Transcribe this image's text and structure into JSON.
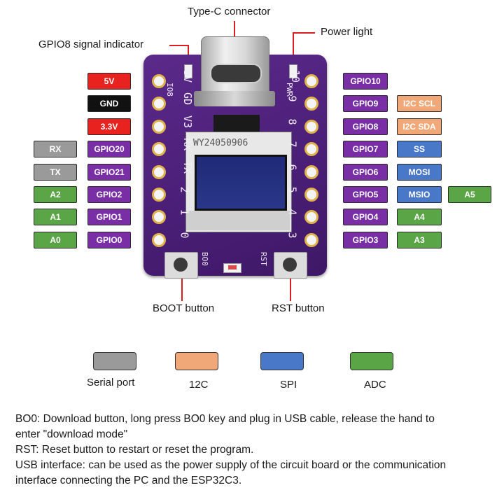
{
  "callouts": {
    "typec": "Type-C connector",
    "power_light": "Power light",
    "gpio8_indicator": "GPIO8 signal indicator",
    "boot_button": "BOOT button",
    "rst_button": "RST button"
  },
  "left_pins": [
    {
      "labels": [
        {
          "text": "5V",
          "color": "#e8231f"
        }
      ]
    },
    {
      "labels": [
        {
          "text": "GND",
          "color": "#111111"
        }
      ]
    },
    {
      "labels": [
        {
          "text": "3.3V",
          "color": "#e8231f"
        }
      ]
    },
    {
      "labels": [
        {
          "text": "RX",
          "color": "#9a9a9a"
        },
        {
          "text": "GPIO20",
          "color": "#7a2ea6"
        }
      ]
    },
    {
      "labels": [
        {
          "text": "TX",
          "color": "#9a9a9a"
        },
        {
          "text": "GPIO21",
          "color": "#7a2ea6"
        }
      ]
    },
    {
      "labels": [
        {
          "text": "A2",
          "color": "#5aa646"
        },
        {
          "text": "GPIO2",
          "color": "#7a2ea6"
        }
      ]
    },
    {
      "labels": [
        {
          "text": "A1",
          "color": "#5aa646"
        },
        {
          "text": "GPIO1",
          "color": "#7a2ea6"
        }
      ]
    },
    {
      "labels": [
        {
          "text": "A0",
          "color": "#5aa646"
        },
        {
          "text": "GPIO0",
          "color": "#7a2ea6"
        }
      ]
    }
  ],
  "right_pins": [
    {
      "labels": [
        {
          "text": "GPIO10",
          "color": "#7a2ea6"
        }
      ]
    },
    {
      "labels": [
        {
          "text": "GPIO9",
          "color": "#7a2ea6"
        },
        {
          "text": "I2C SCL",
          "color": "#f0a878"
        }
      ]
    },
    {
      "labels": [
        {
          "text": "GPIO8",
          "color": "#7a2ea6"
        },
        {
          "text": "I2C SDA",
          "color": "#f0a878"
        }
      ]
    },
    {
      "labels": [
        {
          "text": "GPIO7",
          "color": "#7a2ea6"
        },
        {
          "text": "SS",
          "color": "#4a78c8"
        }
      ]
    },
    {
      "labels": [
        {
          "text": "GPIO6",
          "color": "#7a2ea6"
        },
        {
          "text": "MOSI",
          "color": "#4a78c8"
        }
      ]
    },
    {
      "labels": [
        {
          "text": "GPIO5",
          "color": "#7a2ea6"
        },
        {
          "text": "MSIO",
          "color": "#4a78c8"
        },
        {
          "text": "A5",
          "color": "#5aa646"
        }
      ]
    },
    {
      "labels": [
        {
          "text": "GPIO4",
          "color": "#7a2ea6"
        },
        {
          "text": "A4",
          "color": "#5aa646"
        }
      ]
    },
    {
      "labels": [
        {
          "text": "GPIO3",
          "color": "#7a2ea6"
        },
        {
          "text": "A3",
          "color": "#5aa646"
        }
      ]
    }
  ],
  "board": {
    "left_silk": [
      "5V",
      "GD",
      "V3",
      "RX",
      "TX",
      "2",
      "1",
      "0"
    ],
    "right_silk": [
      "10",
      "9",
      "8",
      "7",
      "6",
      "5",
      "4",
      "3"
    ],
    "top_left_silk": "IO8",
    "top_right_silk": "PWR",
    "screen_label": "WY24050906",
    "boot_silk": "BO0",
    "rst_silk": "RST"
  },
  "legend": [
    {
      "label": "Serial port",
      "color": "#9a9a9a"
    },
    {
      "label": "12C",
      "color": "#f0a878"
    },
    {
      "label": "SPI",
      "color": "#4a78c8"
    },
    {
      "label": "ADC",
      "color": "#5aa646"
    }
  ],
  "notes": {
    "line1": "BO0: Download button, long press BO0 key and plug in USB cable, release the hand to",
    "line2": "enter \"download mode\"",
    "line3": "RST: Reset button to restart or reset the program.",
    "line4": "USB interface: can be used as the power supply of the circuit board or the communication",
    "line5": "interface connecting the PC and the ESP32C3."
  }
}
